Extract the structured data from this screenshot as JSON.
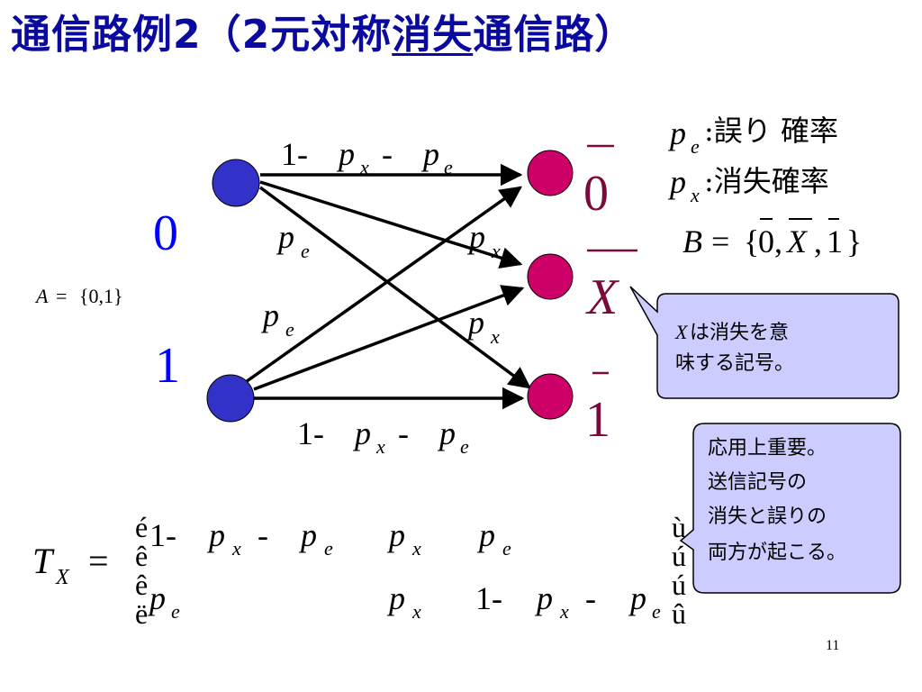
{
  "title": {
    "prefix": "通信路例2（2元対称",
    "underlined": "消失",
    "suffix": "通信路）"
  },
  "inputs": {
    "zero": "0",
    "one": "1"
  },
  "outputs": {
    "zero": "0",
    "erasure": "X",
    "one": "1"
  },
  "set_A": {
    "lhs": "A",
    "eq": "=",
    "body": "{0,1}"
  },
  "set_B": {
    "lhs": "B",
    "eq": "=",
    "open": "{",
    "a": "0",
    "comma1": ",",
    "b": "X",
    "comma2": ",",
    "c": "1",
    "close": "}"
  },
  "legend": {
    "pe_desc": ":誤り 確率",
    "px_desc": ":消失確率"
  },
  "edge_labels": {
    "one_minus": "1-",
    "minus": "-",
    "p": "p",
    "sub_x": "x",
    "sub_e": "e"
  },
  "callout_erasure": {
    "symbol": "X",
    "line1": "は消失を意",
    "line2": "味する記号。"
  },
  "callout_important": {
    "line1": "応用上重要。",
    "line2": "送信記号の",
    "line3": "消失と誤りの",
    "line4": "両方が起こる。"
  },
  "matrix": {
    "lhs": "T",
    "lhs_sub": "X",
    "eq": "=",
    "bracket_left": [
      "é",
      "ê",
      "ê",
      "ë"
    ],
    "bracket_right": [
      "ù",
      "ú",
      "ú",
      "û"
    ]
  },
  "colors": {
    "title": "#0a0aa0",
    "input_node": "#3232c8",
    "output_node": "#cc0066",
    "input_label": "#0000ff",
    "output_label": "#7a0a3c",
    "callout_fill": "#ccccff"
  },
  "page_number": "11"
}
